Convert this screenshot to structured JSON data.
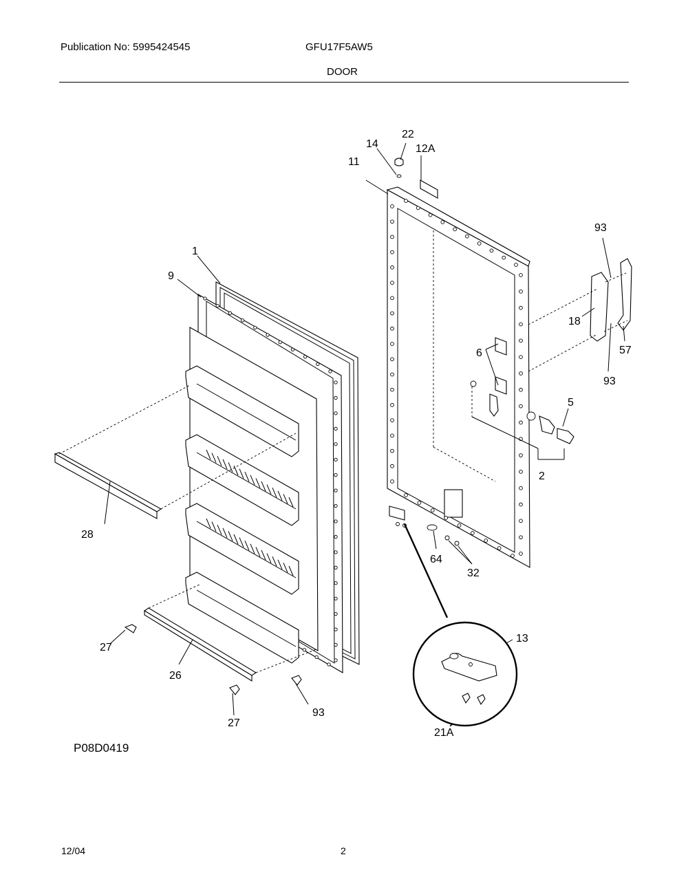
{
  "header": {
    "publication": "Publication No: 5995424545",
    "model": "GFU17F5AW5",
    "section": "DOOR"
  },
  "figure_id": "P08D0419",
  "footer": {
    "date": "12/04",
    "page": "2"
  },
  "callouts": {
    "c1": "1",
    "c9": "9",
    "c28": "28",
    "c27a": "27",
    "c26": "26",
    "c27b": "27",
    "c93a": "93",
    "c22": "22",
    "c14": "14",
    "c12a": "12A",
    "c11": "11",
    "c93b": "93",
    "c18": "18",
    "c57": "57",
    "c93c": "93",
    "c6": "6",
    "c5": "5",
    "c2": "2",
    "c64": "64",
    "c32": "32",
    "c13": "13",
    "c21a": "21A"
  }
}
